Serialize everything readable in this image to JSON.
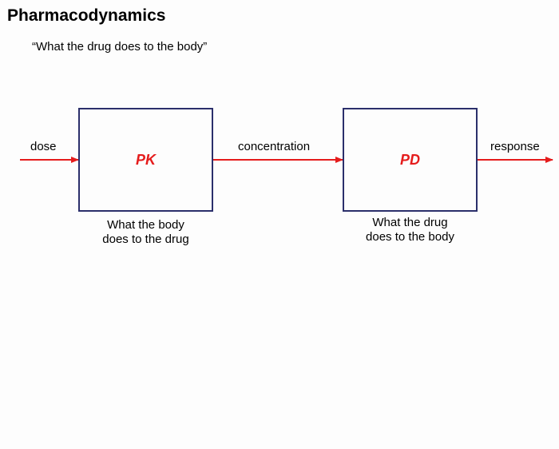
{
  "title": "Pharmacodynamics",
  "subtitle": "“What the drug does to the body”",
  "colors": {
    "arrow": "#e51c1c",
    "box_border": "#2b2f6b",
    "box_label": "#e51c1c"
  },
  "diagram": {
    "input_label": "dose",
    "middle_label": "concentration",
    "output_label": "response",
    "boxes": [
      {
        "label": "PK",
        "caption_line1": "What the body",
        "caption_line2": "does to the drug"
      },
      {
        "label": "PD",
        "caption_line1": "What the drug",
        "caption_line2": "does to the body"
      }
    ]
  }
}
